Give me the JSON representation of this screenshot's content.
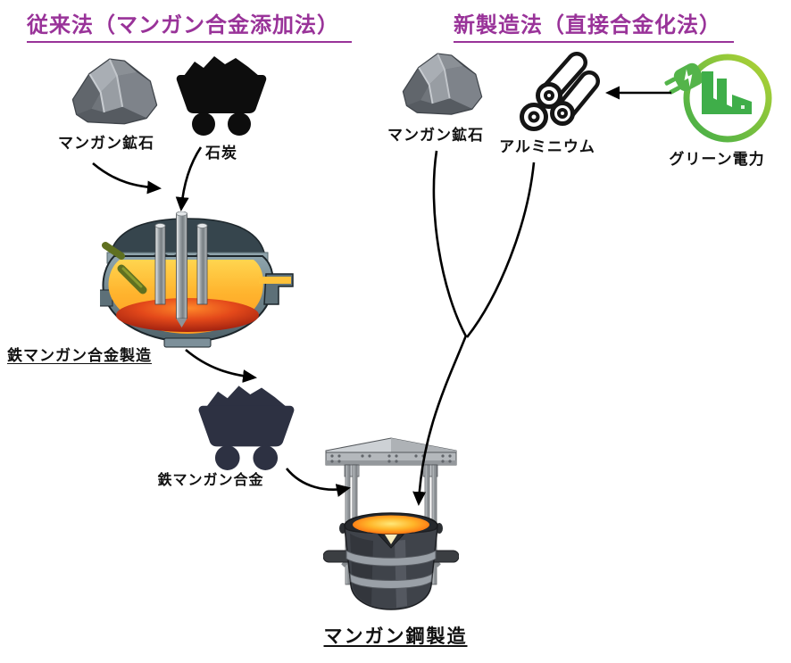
{
  "colors": {
    "title": "#993399",
    "arrow": "#000000",
    "green_power": "#54b44a",
    "coal_cart": "#0d0d0d",
    "alloy_cart": "#2d3142"
  },
  "conventional": {
    "title": "従来法（マンガン合金添加法）",
    "ore_label": "マンガン鉱石",
    "coal_label": "石炭",
    "furnace_label": "鉄マンガン合金製造",
    "alloy_label": "鉄マンガン合金"
  },
  "new_method": {
    "title": "新製造法（直接合金化法）",
    "ore_label": "マンガン鉱石",
    "aluminum_label": "アルミニウム",
    "green_power_label": "グリーン電力"
  },
  "final": {
    "label": "マンガン鋼製造"
  }
}
